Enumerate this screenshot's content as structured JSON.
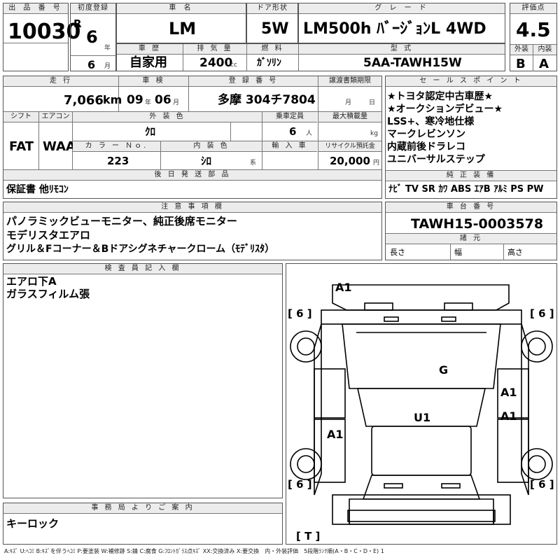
{
  "header": {
    "lot_no_label": "出 品 番 号",
    "lot_no": "10030",
    "first_reg_label": "初度登録",
    "era": "R",
    "year": "6",
    "year_unit": "年",
    "month": "6",
    "month_unit": "月",
    "car_name_label": "車 名",
    "car_name": "LM",
    "door_label": "ドア形状",
    "door": "5W",
    "grade_label": "グ レ ー ド",
    "grade": "LM500h ﾊﾞｰｼﾞｮﾝL 4WD",
    "score_label": "評価点",
    "score": "4.5",
    "history_label": "車 歴",
    "history": "自家用",
    "displacement_label": "排 気 量",
    "displacement": "2400",
    "displacement_unit": "cc",
    "fuel_label": "燃 料",
    "fuel": "ｶﾞｿﾘﾝ",
    "model_label": "型 式",
    "model": "5AA-TAWH15W",
    "exterior_label": "外装",
    "exterior": "B",
    "interior_label": "内装",
    "interior": "A"
  },
  "row2": {
    "mileage_label": "走 行",
    "mileage": "7,066",
    "mileage_unit": "km",
    "inspection_label": "車 検",
    "insp_year": "09",
    "insp_year_unit": "年",
    "insp_month": "06",
    "insp_month_unit": "月",
    "plate_label": "登 録 番 号",
    "plate": "多摩 304チ7804",
    "transfer_label": "譲渡書類期限",
    "transfer_month_unit": "月",
    "transfer_day_unit": "日",
    "shift_label": "シフト",
    "shift": "FAT",
    "ac_label": "エアコン",
    "ac": "WAA",
    "ext_color_label": "外 装 色",
    "ext_color": "ｸﾛ",
    "capacity_label": "乗車定員",
    "capacity": "6",
    "capacity_unit": "人",
    "maxload_label": "最大積載量",
    "maxload_unit": "kg",
    "color_no_label": "カ ラ ー Ｎｏ.",
    "color_no": "223",
    "int_color_label": "内 装 色",
    "int_color": "ｼﾛ",
    "int_color_unit": "系",
    "import_label": "輸 入 車",
    "recycle_label": "リサイクル預託金",
    "recycle": "20,000",
    "recycle_unit": "円",
    "later_parts_label": "後 日 発 送 部 品",
    "later_parts": "保証書 他ﾘﾓｺﾝ"
  },
  "sales_points": {
    "label": "セ ー ル ス ポ イ ン ト",
    "lines": [
      "★トヨタ認定中古車歴★",
      "★オークションデビュー★",
      "LSS+、寒冷地仕様",
      "マークレビンソン",
      "内蔵前後ドラレコ",
      "ユニバーサルステップ"
    ]
  },
  "equipment": {
    "label": "純 正 装 備",
    "items": "ﾅﾋﾞ TV SR ｶﾜ ABS ｴｱB ｱﾙﾐ PS PW"
  },
  "notes": {
    "label": "注 意 事 項 欄",
    "lines": [
      "パノラミックビューモニター、純正後席モニター",
      "モデリスタエアロ",
      "グリル＆Fコーナー＆Bドアシグネチャークローム（ﾓﾃﾞﾘｽﾀ）"
    ]
  },
  "chassis": {
    "label": "車 台 番 号",
    "value": "TAWH15-0003578",
    "dims_label": "諸 元",
    "length": "長さ",
    "width": "幅",
    "height": "高さ"
  },
  "inspector": {
    "label": "検 査 員 記 入 欄",
    "lines": [
      "エアロ下A",
      "ガラスフィルム張"
    ]
  },
  "office": {
    "label": "事 務 局 よ り ご 案 内",
    "text": "キーロック"
  },
  "diagram": {
    "tire_fl": "[ 6 ]",
    "tire_fr": "[ 6 ]",
    "tire_rl": "[ 6 ]",
    "tire_rr": "[ 6 ]",
    "trunk": "[ T ]",
    "dmg_front": "A1",
    "dmg_glass": "G",
    "dmg_right_door1": "A1",
    "dmg_right_door2": "A1",
    "dmg_roof": "U1",
    "dmg_left": "A1"
  },
  "legend": "A:ｷｽﾞ U:ﾍｺﾐ B:ｷｽﾞを伴うﾍｺﾐ P:要塗装 W:補修跡 S:錆 C:腐食 G:ﾌﾛﾝﾄｶﾞﾗｽ点ｷｽﾞ XX:交換済み X:要交換　内・外装評価　5段階ﾗﾝｸ順(A・B・C・D・E) 1"
}
